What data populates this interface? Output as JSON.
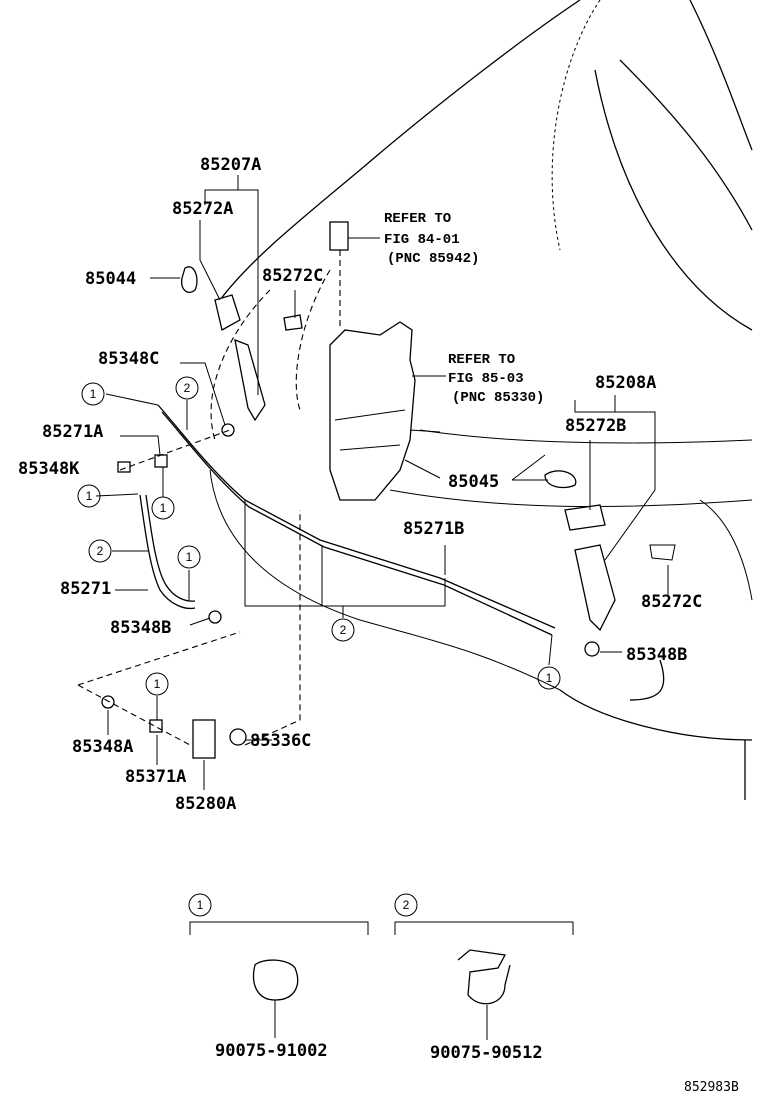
{
  "diagram": {
    "figure_code": "852983B",
    "parts": {
      "p85207A": "85207A",
      "p85272A": "85272A",
      "p85044": "85044",
      "p85272C_top": "85272C",
      "p85348C": "85348C",
      "p85208A": "85208A",
      "p85271A": "85271A",
      "p85272B": "85272B",
      "p85348K": "85348K",
      "p85045": "85045",
      "p85271B": "85271B",
      "p85271": "85271",
      "p85272C_right": "85272C",
      "p85348B_left": "85348B",
      "p85348B_right": "85348B",
      "p85348A": "85348A",
      "p85336C": "85336C",
      "p85371A": "85371A",
      "p85280A": "85280A",
      "p90075_91002": "90075-91002",
      "p90075_90512": "90075-90512"
    },
    "refer1": {
      "line1": "REFER TO",
      "line2": "FIG 84-01",
      "line3": "(PNC 85942)"
    },
    "refer2": {
      "line1": "REFER TO",
      "line2": "FIG 85-03",
      "line3": "(PNC 85330)"
    },
    "callouts": {
      "one": "1",
      "two": "2"
    }
  }
}
